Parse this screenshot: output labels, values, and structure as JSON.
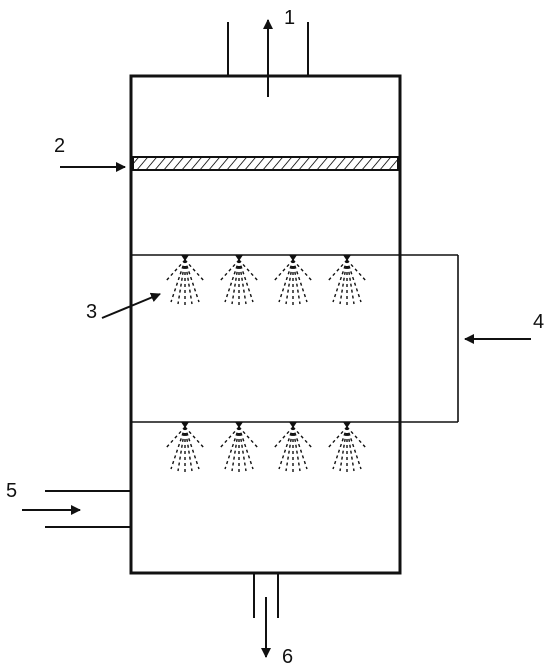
{
  "labels": {
    "gas_outlet": "1",
    "demister_feed": "2",
    "spray_nozzles": "3",
    "liquid_inlet": "4",
    "gas_inlet": "5",
    "liquid_outlet": "6"
  },
  "colors": {
    "stroke": "#111111",
    "background": "#ffffff"
  },
  "spray_headers": [
    {
      "nozzle_count": 4
    },
    {
      "nozzle_count": 4
    }
  ]
}
